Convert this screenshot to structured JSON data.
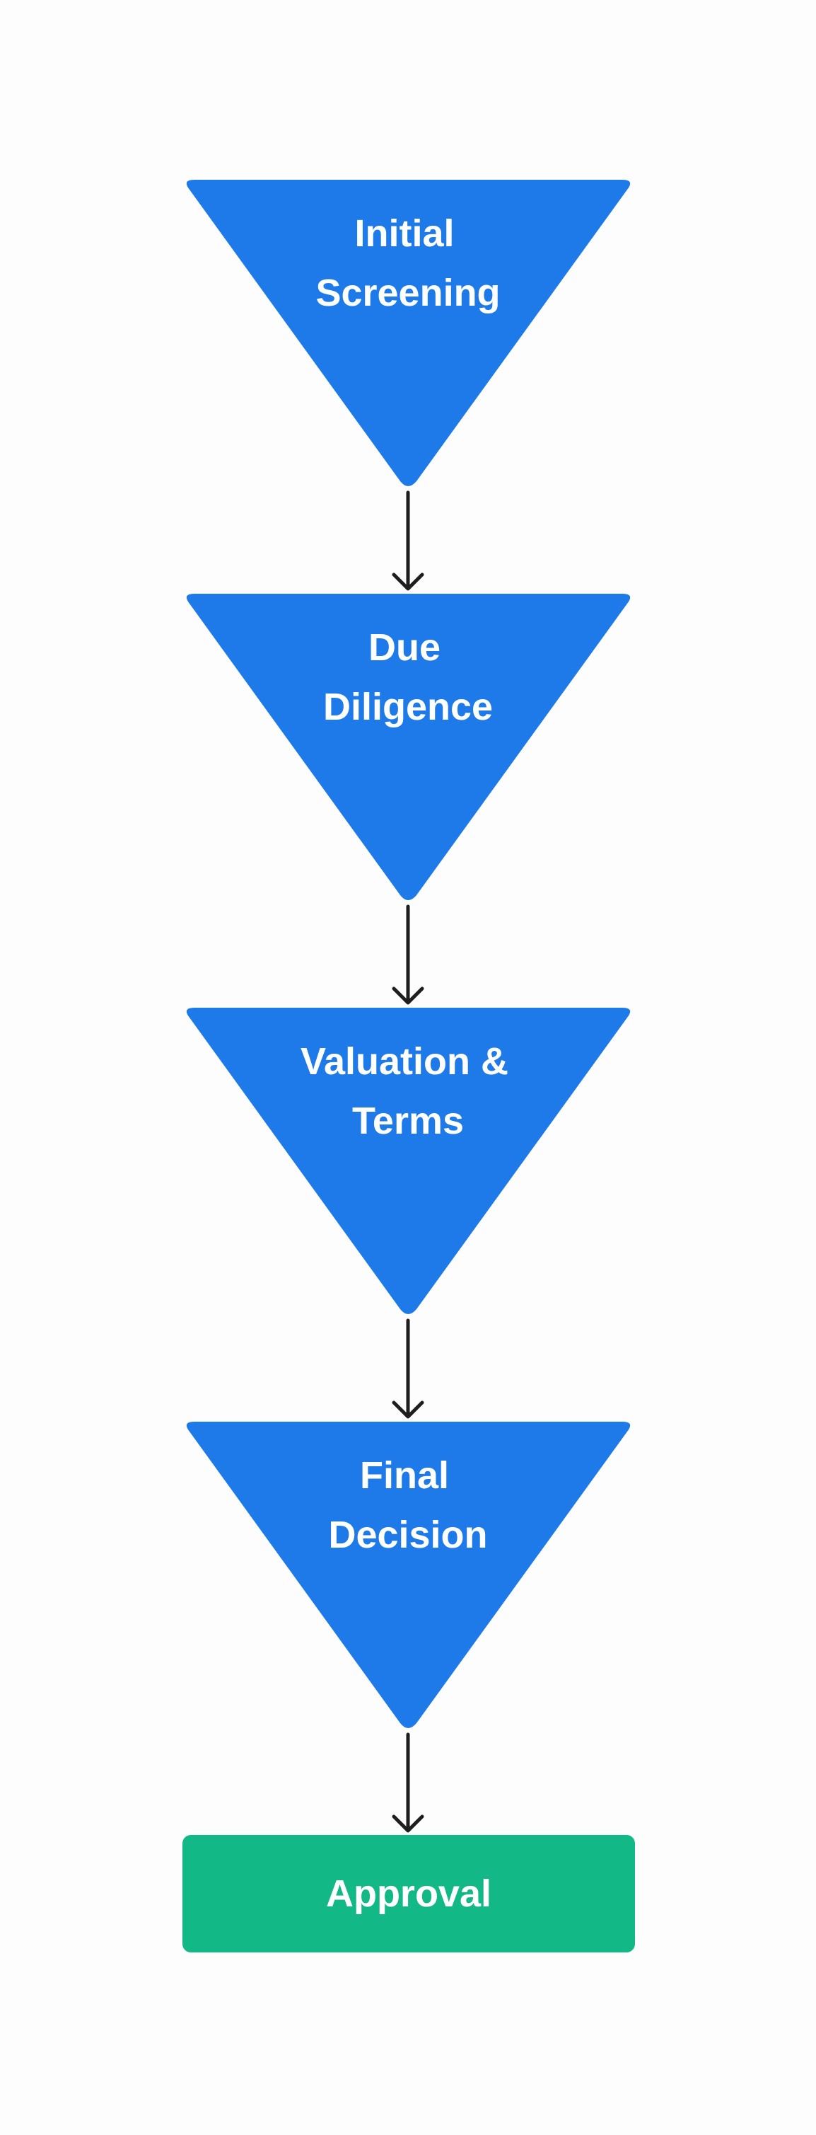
{
  "diagram": {
    "colors": {
      "stage_fill": "#1d7ae8",
      "outcome_fill": "#12b886",
      "connector": "#1e1e1e",
      "label": "#ffffff"
    },
    "stages": [
      {
        "line1": "Initial",
        "line2": "Screening"
      },
      {
        "line1": "Due",
        "line2": "Diligence"
      },
      {
        "line1": "Valuation &",
        "line2": "Terms"
      },
      {
        "line1": "Final",
        "line2": "Decision"
      }
    ],
    "outcome": {
      "label": "Approval"
    }
  }
}
